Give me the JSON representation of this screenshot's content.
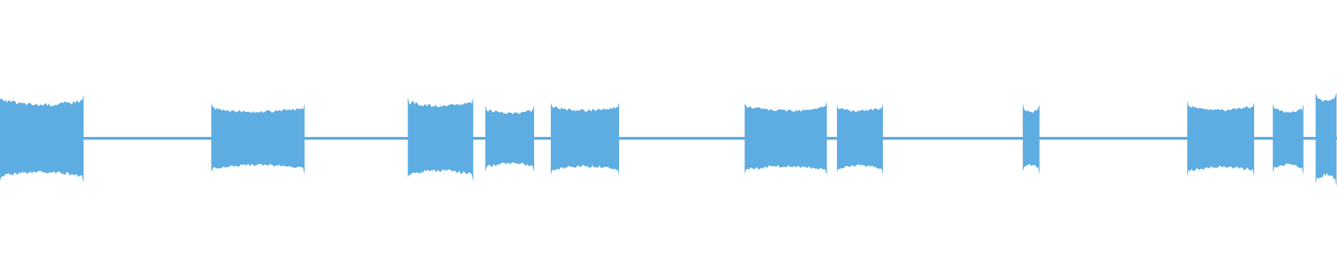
{
  "waveform": {
    "color": "#5dade2",
    "background": "#ffffff",
    "segments": [
      {
        "start": 0.0,
        "end": 0.063,
        "amp": 0.48
      },
      {
        "start": 0.158,
        "end": 0.228,
        "amp": 0.38
      },
      {
        "start": 0.305,
        "end": 0.354,
        "amp": 0.46
      },
      {
        "start": 0.363,
        "end": 0.4,
        "amp": 0.36
      },
      {
        "start": 0.412,
        "end": 0.464,
        "amp": 0.4
      },
      {
        "start": 0.557,
        "end": 0.619,
        "amp": 0.4
      },
      {
        "start": 0.626,
        "end": 0.661,
        "amp": 0.39
      },
      {
        "start": 0.765,
        "end": 0.778,
        "amp": 0.38
      },
      {
        "start": 0.888,
        "end": 0.939,
        "amp": 0.41
      },
      {
        "start": 0.952,
        "end": 0.975,
        "amp": 0.38
      },
      {
        "start": 0.984,
        "end": 1.0,
        "amp": 0.52
      }
    ]
  }
}
